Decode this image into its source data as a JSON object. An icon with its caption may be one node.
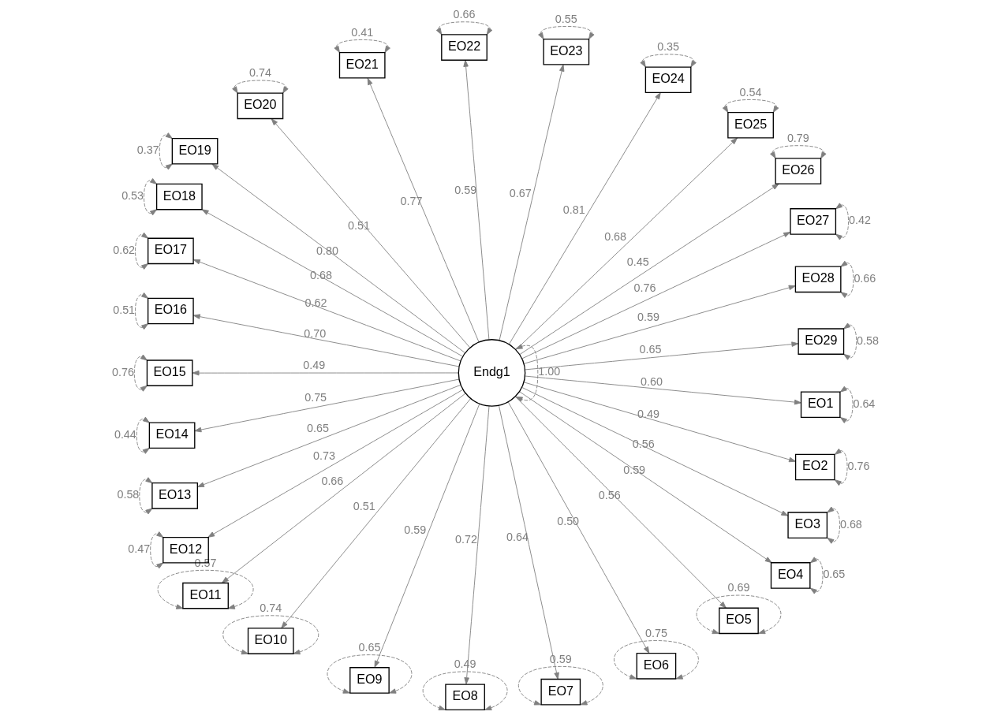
{
  "diagram": {
    "nodes": [
      {
        "text": [
          "Endg1"
        ]
      },
      {
        "text": [
          "EO1"
        ]
      },
      {
        "text": [
          "EO2"
        ]
      },
      {
        "text": [
          "EO3"
        ]
      },
      {
        "text": [
          "EO4"
        ]
      },
      {
        "text": [
          "EO5"
        ]
      },
      {
        "text": [
          "EO6"
        ]
      },
      {
        "text": [
          "EO7"
        ]
      },
      {
        "text": [
          "EO8"
        ]
      },
      {
        "text": [
          "EO9"
        ]
      },
      {
        "text": [
          "EO10"
        ]
      },
      {
        "text": [
          "EO11"
        ]
      },
      {
        "text": [
          "EO12"
        ]
      },
      {
        "text": [
          "EO13"
        ]
      },
      {
        "text": [
          "EO14"
        ]
      },
      {
        "text": [
          "EO15"
        ]
      },
      {
        "text": [
          "EO16"
        ]
      },
      {
        "text": [
          "EO17"
        ]
      },
      {
        "text": [
          "EO18"
        ]
      },
      {
        "text": [
          "EO19"
        ]
      },
      {
        "text": [
          "EO20"
        ]
      },
      {
        "text": [
          "EO21"
        ]
      },
      {
        "text": [
          "EO22"
        ]
      },
      {
        "text": [
          "EO23"
        ]
      },
      {
        "text": [
          "EO24"
        ]
      },
      {
        "text": [
          "EO25"
        ]
      },
      {
        "text": [
          "EO26"
        ]
      },
      {
        "text": [
          "EO27"
        ]
      },
      {
        "text": [
          "EO28"
        ]
      },
      {
        "text": [
          "EO29"
        ]
      }
    ],
    "edges": [
      {
        "from": 0,
        "to": 1,
        "arrow": "to",
        "label": "0.60"
      },
      {
        "from": 0,
        "to": 2,
        "arrow": "to",
        "label": "0.49"
      },
      {
        "from": 0,
        "to": 3,
        "arrow": "to",
        "label": "0.56"
      },
      {
        "from": 0,
        "to": 4,
        "arrow": "to",
        "label": "0.59"
      },
      {
        "from": 0,
        "to": 5,
        "arrow": "to",
        "label": "0.56"
      },
      {
        "from": 0,
        "to": 6,
        "arrow": "to",
        "label": "0.50"
      },
      {
        "from": 0,
        "to": 7,
        "arrow": "to",
        "label": "0.64"
      },
      {
        "from": 0,
        "to": 8,
        "arrow": "to",
        "label": "0.72"
      },
      {
        "from": 0,
        "to": 9,
        "arrow": "to",
        "label": "0.59"
      },
      {
        "from": 0,
        "to": 10,
        "arrow": "to",
        "label": "0.51"
      },
      {
        "from": 0,
        "to": 11,
        "arrow": "to",
        "label": "0.66"
      },
      {
        "from": 0,
        "to": 12,
        "arrow": "to",
        "label": "0.73"
      },
      {
        "from": 0,
        "to": 13,
        "arrow": "to",
        "label": "0.65"
      },
      {
        "from": 0,
        "to": 14,
        "arrow": "to",
        "label": "0.75"
      },
      {
        "from": 0,
        "to": 15,
        "arrow": "to",
        "label": "0.49"
      },
      {
        "from": 0,
        "to": 16,
        "arrow": "to",
        "label": "0.70"
      },
      {
        "from": 0,
        "to": 17,
        "arrow": "to",
        "label": "0.62"
      },
      {
        "from": 0,
        "to": 18,
        "arrow": "to",
        "label": "0.68"
      },
      {
        "from": 0,
        "to": 19,
        "arrow": "to",
        "label": "0.80"
      },
      {
        "from": 0,
        "to": 20,
        "arrow": "to",
        "label": "0.51"
      },
      {
        "from": 0,
        "to": 21,
        "arrow": "to",
        "label": "0.77"
      },
      {
        "from": 0,
        "to": 22,
        "arrow": "to",
        "label": "0.59"
      },
      {
        "from": 0,
        "to": 23,
        "arrow": "to",
        "label": "0.67"
      },
      {
        "from": 0,
        "to": 24,
        "arrow": "to",
        "label": "0.81"
      },
      {
        "from": 0,
        "to": 25,
        "arrow": "to",
        "label": "0.68"
      },
      {
        "from": 0,
        "to": 26,
        "arrow": "to",
        "label": "0.45"
      },
      {
        "from": 0,
        "to": 27,
        "arrow": "to",
        "label": "0.76"
      },
      {
        "from": 0,
        "to": 28,
        "arrow": "to",
        "label": "0.59"
      },
      {
        "from": 0,
        "to": 29,
        "arrow": "to",
        "label": "0.65"
      },
      {
        "from": 0,
        "to": 0,
        "arrow": "both",
        "style": "dashed",
        "label": "1.00"
      },
      {
        "from": 1,
        "to": 1,
        "arrow": "both",
        "style": "dashed",
        "label": "0.64"
      },
      {
        "from": 2,
        "to": 2,
        "arrow": "both",
        "style": "dashed",
        "label": "0.76"
      },
      {
        "from": 3,
        "to": 3,
        "arrow": "both",
        "style": "dashed",
        "label": "0.68"
      },
      {
        "from": 4,
        "to": 4,
        "arrow": "both",
        "style": "dashed",
        "label": "0.65"
      },
      {
        "from": 5,
        "to": 5,
        "arrow": "both",
        "style": "dashed",
        "label": "0.69"
      },
      {
        "from": 6,
        "to": 6,
        "arrow": "both",
        "style": "dashed",
        "label": "0.75"
      },
      {
        "from": 7,
        "to": 7,
        "arrow": "both",
        "style": "dashed",
        "label": "0.59"
      },
      {
        "from": 8,
        "to": 8,
        "arrow": "both",
        "style": "dashed",
        "label": "0.49"
      },
      {
        "from": 9,
        "to": 9,
        "arrow": "both",
        "style": "dashed",
        "label": "0.65"
      },
      {
        "from": 10,
        "to": 10,
        "arrow": "both",
        "style": "dashed",
        "label": "0.74"
      },
      {
        "from": 11,
        "to": 11,
        "arrow": "both",
        "style": "dashed",
        "label": "0.57"
      },
      {
        "from": 12,
        "to": 12,
        "arrow": "both",
        "style": "dashed",
        "label": "0.47"
      },
      {
        "from": 13,
        "to": 13,
        "arrow": "both",
        "style": "dashed",
        "label": "0.58"
      },
      {
        "from": 14,
        "to": 14,
        "arrow": "both",
        "style": "dashed",
        "label": "0.44"
      },
      {
        "from": 15,
        "to": 15,
        "arrow": "both",
        "style": "dashed",
        "label": "0.76"
      },
      {
        "from": 16,
        "to": 16,
        "arrow": "both",
        "style": "dashed",
        "label": "0.51"
      },
      {
        "from": 17,
        "to": 17,
        "arrow": "both",
        "style": "dashed",
        "label": "0.62"
      },
      {
        "from": 18,
        "to": 18,
        "arrow": "both",
        "style": "dashed",
        "label": "0.53"
      },
      {
        "from": 19,
        "to": 19,
        "arrow": "both",
        "style": "dashed",
        "label": "0.37"
      },
      {
        "from": 20,
        "to": 20,
        "arrow": "both",
        "style": "dashed",
        "label": "0.74"
      },
      {
        "from": 21,
        "to": 21,
        "arrow": "both",
        "style": "dashed",
        "label": "0.41"
      },
      {
        "from": 22,
        "to": 22,
        "arrow": "both",
        "style": "dashed",
        "label": "0.66"
      },
      {
        "from": 23,
        "to": 23,
        "arrow": "both",
        "style": "dashed",
        "label": "0.55"
      },
      {
        "from": 24,
        "to": 24,
        "arrow": "both",
        "style": "dashed",
        "label": "0.35"
      },
      {
        "from": 25,
        "to": 25,
        "arrow": "both",
        "style": "dashed",
        "label": "0.54"
      },
      {
        "from": 26,
        "to": 26,
        "arrow": "both",
        "style": "dashed",
        "label": "0.79"
      },
      {
        "from": 27,
        "to": 27,
        "arrow": "both",
        "style": "dashed",
        "label": "0.42"
      },
      {
        "from": 28,
        "to": 28,
        "arrow": "both",
        "style": "dashed",
        "label": "0.66"
      },
      {
        "from": 29,
        "to": 29,
        "arrow": "both",
        "style": "dashed",
        "label": "0.58"
      }
    ]
  }
}
